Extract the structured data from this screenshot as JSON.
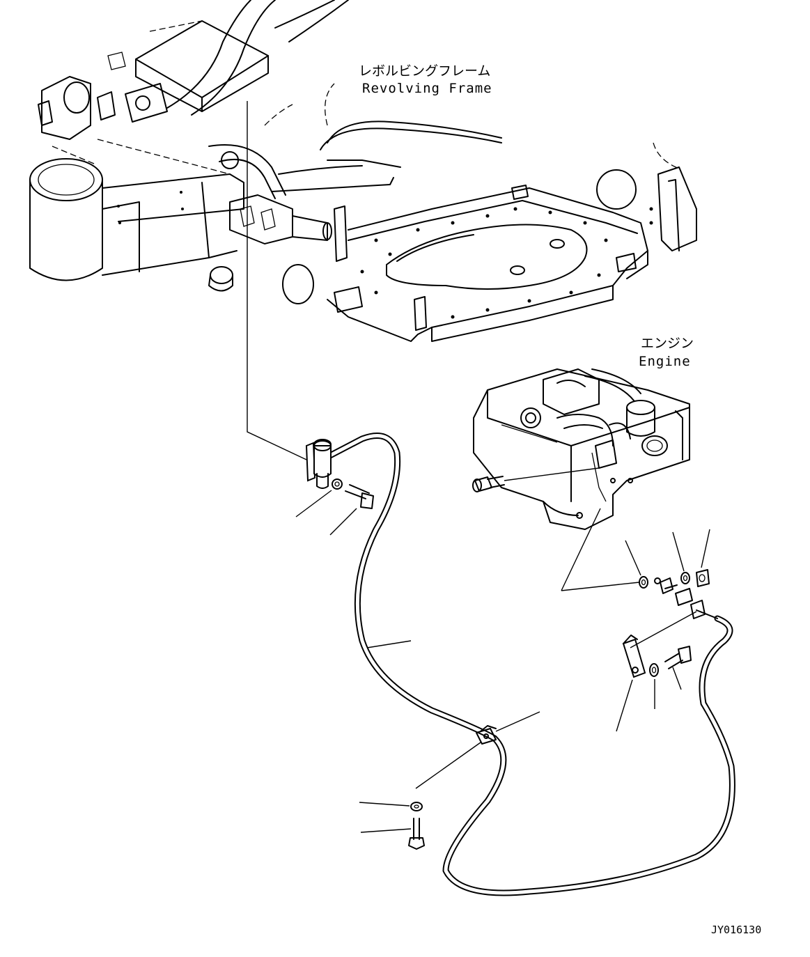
{
  "labels": {
    "revolving_frame_jp": "レボルビングフレーム",
    "revolving_frame_en": "Revolving Frame",
    "engine_jp": "エンジン",
    "engine_en": "Engine"
  },
  "drawing_code": "JY016130"
}
